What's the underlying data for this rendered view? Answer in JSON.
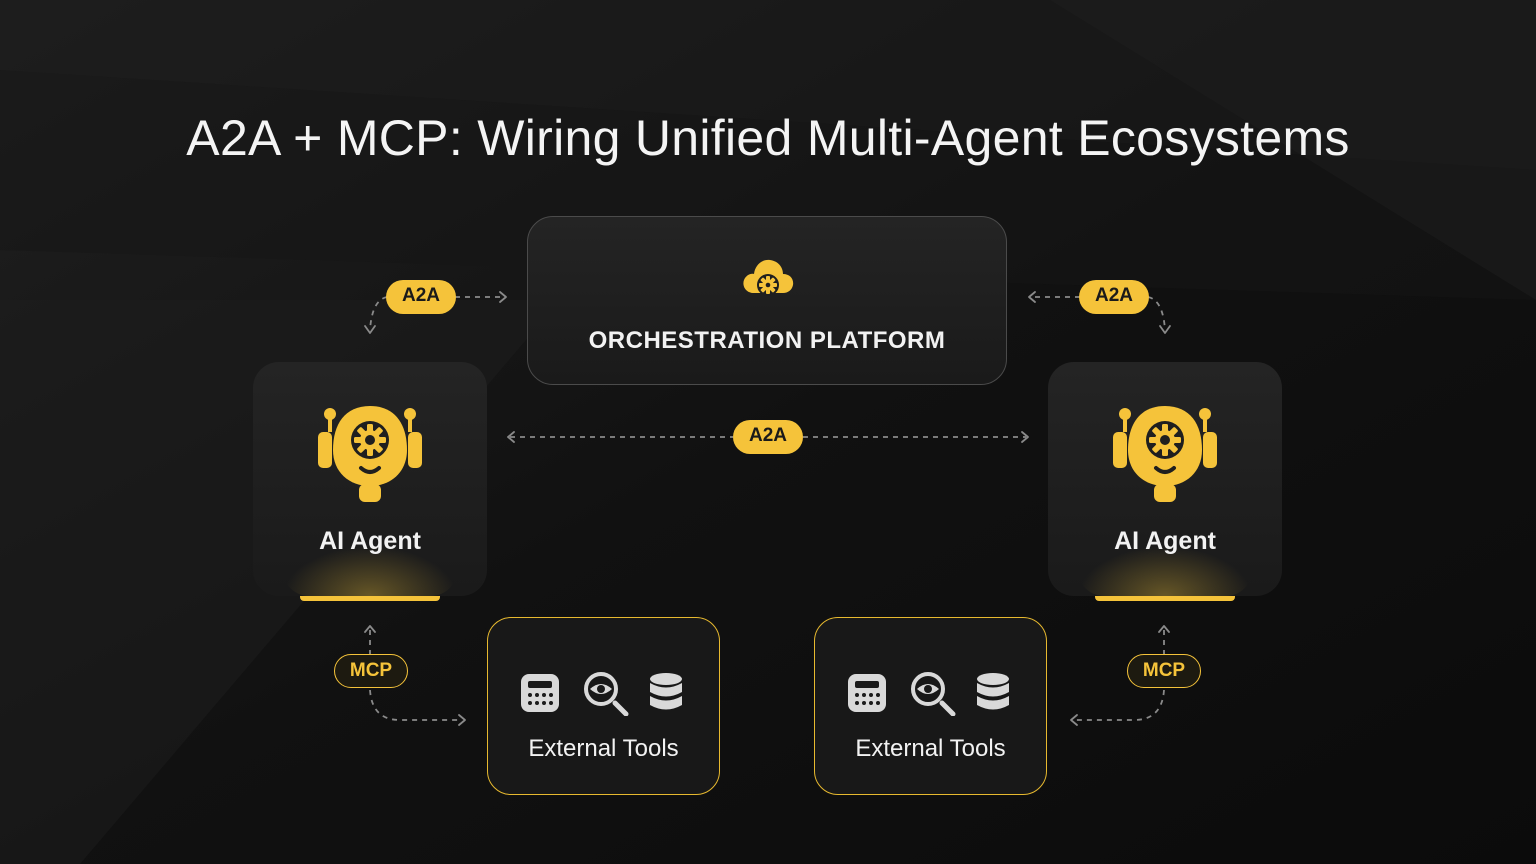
{
  "title": "A2A + MCP: Wiring Unified Multi-Agent Ecosystems",
  "orchestration_platform": {
    "label": "ORCHESTRATION PLATFORM",
    "icon": "cloud-gear-icon"
  },
  "agents": [
    {
      "label": "AI Agent",
      "icon": "robot-gear-icon"
    },
    {
      "label": "AI Agent",
      "icon": "robot-gear-icon"
    }
  ],
  "tools": [
    {
      "label": "External Tools",
      "icons": [
        "calculator-icon",
        "search-eye-icon",
        "database-icon"
      ]
    },
    {
      "label": "External Tools",
      "icons": [
        "calculator-icon",
        "search-eye-icon",
        "database-icon"
      ]
    }
  ],
  "protocols": {
    "a2a": "A2A",
    "mcp": "MCP"
  },
  "colors": {
    "accent": "#f5c33a",
    "background": "#0e0e0e",
    "card": "#1f1f1f",
    "text": "#ffffff"
  }
}
